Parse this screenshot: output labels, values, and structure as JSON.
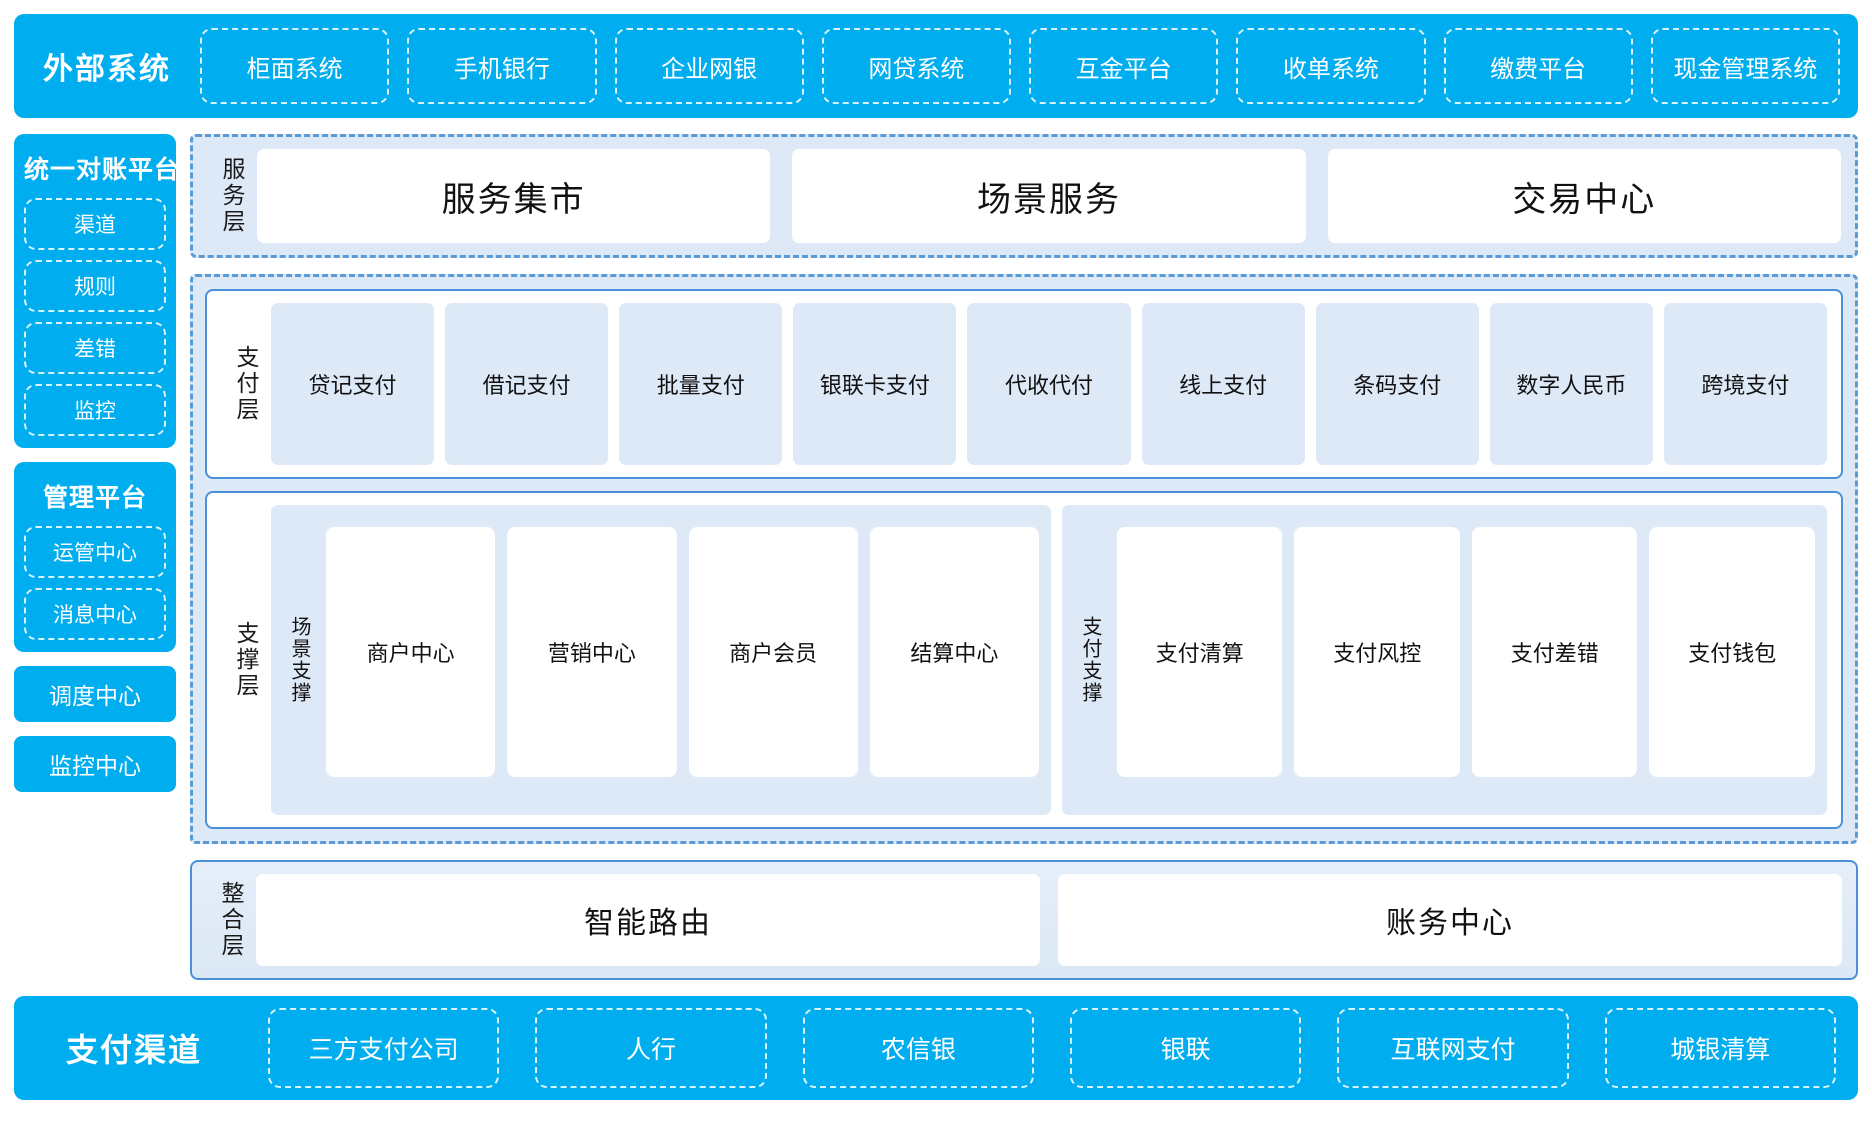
{
  "external": {
    "title": "外部系统",
    "items": [
      "柜面系统",
      "手机银行",
      "企业网银",
      "网贷系统",
      "互金平台",
      "收单系统",
      "缴费平台",
      "现金管理系统"
    ]
  },
  "sidebar": {
    "reconciliation": {
      "title": "统一对账平台",
      "items": [
        "渠道",
        "规则",
        "差错",
        "监控"
      ]
    },
    "management": {
      "title": "管理平台",
      "items": [
        "运管中心",
        "消息中心"
      ]
    },
    "standalone": [
      "调度中心",
      "监控中心"
    ]
  },
  "service_layer": {
    "label": "服务层",
    "cards": [
      "服务集市",
      "场景服务",
      "交易中心"
    ]
  },
  "payment_layer": {
    "label": "支付层",
    "cards": [
      "贷记支付",
      "借记支付",
      "批量支付",
      "银联卡支付",
      "代收代付",
      "线上支付",
      "条码支付",
      "数字人民币",
      "跨境支付"
    ]
  },
  "support_layer": {
    "label": "支撑层",
    "groups": [
      {
        "label": "场景支撑",
        "cards": [
          "商户中心",
          "营销中心",
          "商户会员",
          "结算中心"
        ]
      },
      {
        "label": "支付支撑",
        "cards": [
          "支付清算",
          "支付风控",
          "支付差错",
          "支付钱包"
        ]
      }
    ]
  },
  "integration_layer": {
    "label": "整合层",
    "cards": [
      "智能路由",
      "账务中心"
    ]
  },
  "channels": {
    "title": "支付渠道",
    "items": [
      "三方支付公司",
      "人行",
      "农信银",
      "银联",
      "互联网支付",
      "城银清算"
    ]
  },
  "colors": {
    "brand_blue": "#00AEEF",
    "panel_blue": "#DEE9F7",
    "border_blue": "#4A90D9",
    "dash_blue": "#5B9BD5"
  }
}
